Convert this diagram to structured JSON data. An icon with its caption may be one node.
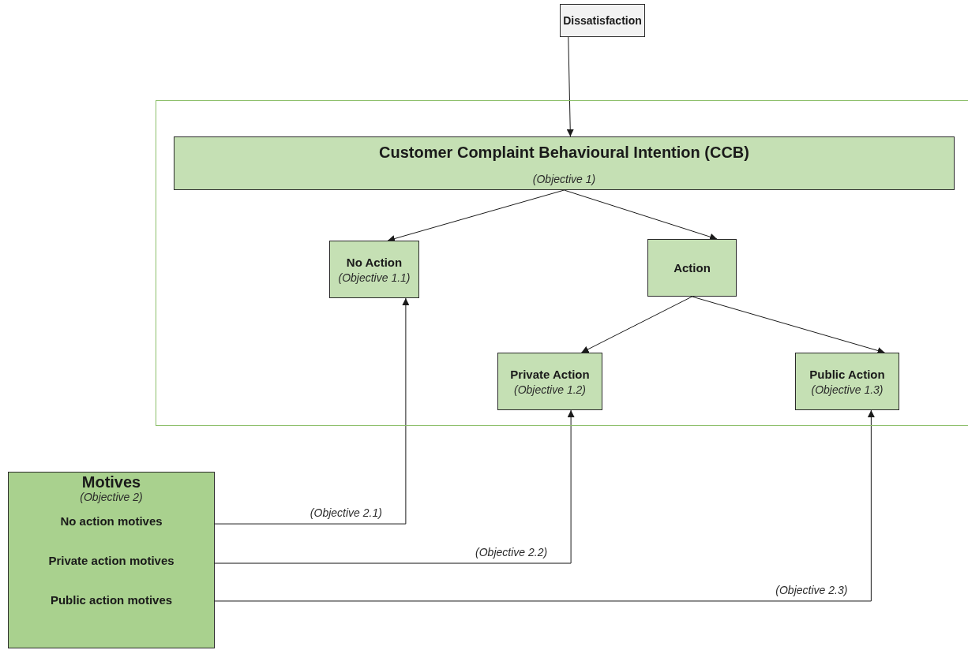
{
  "diagram": {
    "nodes": [
      {
        "text": [
          "Dissatisfaction"
        ]
      },
      {
        "text": [],
        "shape": "box"
      },
      {
        "text": [
          "Customer Complaint Behavioural Intention (CCB)",
          "(Objective 1)"
        ],
        "in": 1
      },
      {
        "text": [
          "No Action",
          "(Objective 1.1)"
        ],
        "in": 1
      },
      {
        "text": [
          "Action"
        ],
        "in": 1
      },
      {
        "text": [
          "Private Action",
          "(Objective 1.2)"
        ],
        "in": 1
      },
      {
        "text": [
          "Public Action",
          "(Objective 1.3)"
        ],
        "in": 1
      },
      {
        "text": [
          "Motives",
          "(Objective 2)",
          "No action motives",
          "Private action motives",
          "Public action motives"
        ]
      }
    ],
    "edges": [
      {
        "from": 0,
        "to": 2,
        "arrow": "to"
      },
      {
        "from": 2,
        "to": 3,
        "arrow": "to"
      },
      {
        "from": 2,
        "to": 4,
        "arrow": "to"
      },
      {
        "from": 4,
        "to": 5,
        "arrow": "to"
      },
      {
        "from": 4,
        "to": 6,
        "arrow": "to"
      },
      {
        "from": 7,
        "to": 3,
        "arrow": "to",
        "label": "(Objective 2.1)"
      },
      {
        "from": 7,
        "to": 5,
        "arrow": "to",
        "label": "(Objective 2.2)"
      },
      {
        "from": 7,
        "to": 6,
        "arrow": "to",
        "label": "(Objective 2.3)"
      }
    ]
  }
}
